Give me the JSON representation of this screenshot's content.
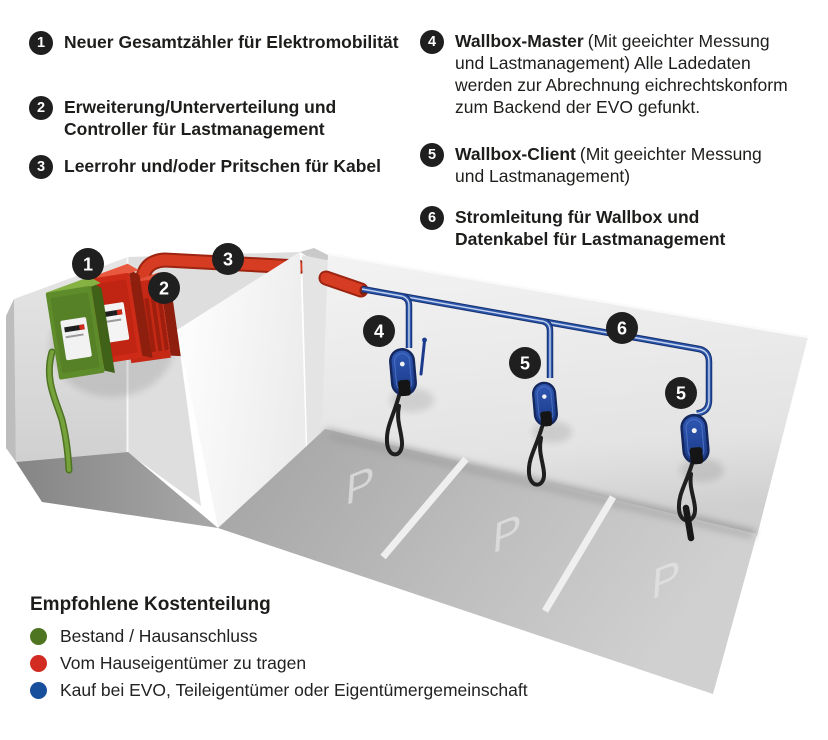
{
  "colors": {
    "badge": "#1f1f1f",
    "text": "#1d1d1b",
    "green": "#4d7522",
    "red": "#d22c22",
    "blue": "#174f9c",
    "conduit_red": "#d63c22",
    "cable_blue": "#1c3a8c"
  },
  "annotations": {
    "left": [
      {
        "number": "1",
        "bold": "Neuer Gesamtzähler für Elektromobilität",
        "regular": ""
      },
      {
        "number": "2",
        "bold": "Erweiterung/Unterverteilung und Controller für Lastmanagement",
        "regular": ""
      },
      {
        "number": "3",
        "bold": "Leerrohr und/oder Pritschen für Kabel",
        "regular": ""
      }
    ],
    "right": [
      {
        "number": "4",
        "bold": "Wallbox-Master",
        "regular": "(Mit geeichter Messung und Lastmanagement) Alle Ladedaten werden zur Abrechnung eichrechtskonform zum Backend der EVO gefunkt."
      },
      {
        "number": "5",
        "bold": "Wallbox-Client",
        "regular": "(Mit geeichter Messung und Lastmanagement)"
      },
      {
        "number": "6",
        "bold": "Stromleitung für Wallbox und Datenkabel für Lastmanagement",
        "regular": ""
      }
    ]
  },
  "legend": {
    "title": "Empfohlene Kostenteilung",
    "items": [
      {
        "color": "#4d7522",
        "label": "Bestand / Hausanschluss"
      },
      {
        "color": "#d22c22",
        "label": "Vom Hauseigentümer zu tragen"
      },
      {
        "color": "#174f9c",
        "label": "Kauf bei EVO, Teileigentümer oder Eigentümergemeinschaft"
      }
    ]
  },
  "diagram": {
    "markers": [
      "1",
      "2",
      "3",
      "4",
      "5",
      "5",
      "6"
    ],
    "parking_letter": "P"
  }
}
